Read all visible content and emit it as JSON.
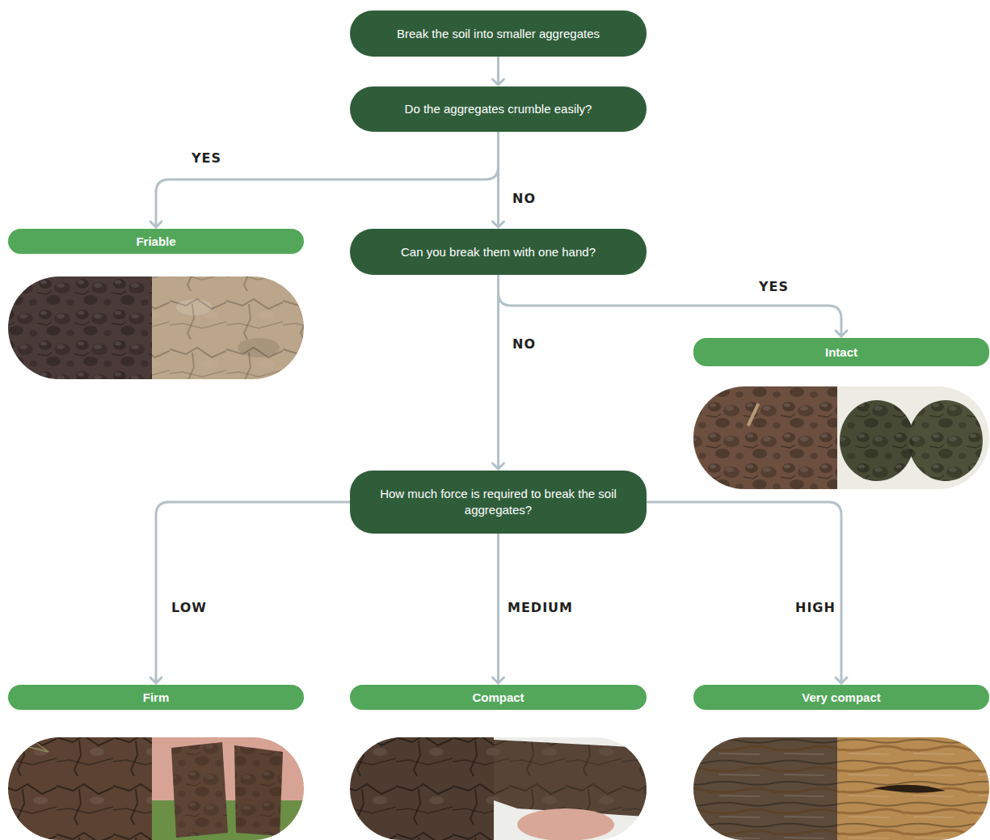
{
  "diagram": {
    "nodes": [
      {
        "text": [
          "Break the soil into smaller aggregates"
        ]
      },
      {
        "text": [
          "Do the aggregates crumble easily?"
        ]
      },
      {
        "text": [
          "Friable"
        ]
      },
      {
        "text": [
          "Can you break them with one hand?"
        ]
      },
      {
        "text": [
          "Intact"
        ]
      },
      {
        "text": [
          "How much force is required to break the soil aggregates?"
        ]
      },
      {
        "text": [
          "Firm"
        ]
      },
      {
        "text": [
          "Compact"
        ]
      },
      {
        "text": [
          "Very compact"
        ]
      }
    ],
    "edges": [
      {
        "from": 0,
        "to": 1,
        "arrow": "to"
      },
      {
        "from": 1,
        "to": 2,
        "label": "YES",
        "arrow": "to"
      },
      {
        "from": 1,
        "to": 3,
        "label": "NO",
        "arrow": "to"
      },
      {
        "from": 3,
        "to": 4,
        "label": "YES",
        "arrow": "to"
      },
      {
        "from": 3,
        "to": 5,
        "label": "NO",
        "arrow": "to"
      },
      {
        "from": 5,
        "to": 6,
        "label": "LOW",
        "arrow": "to"
      },
      {
        "from": 5,
        "to": 7,
        "label": "MEDIUM",
        "arrow": "to"
      },
      {
        "from": 5,
        "to": 8,
        "label": "HIGH",
        "arrow": "to"
      }
    ]
  }
}
